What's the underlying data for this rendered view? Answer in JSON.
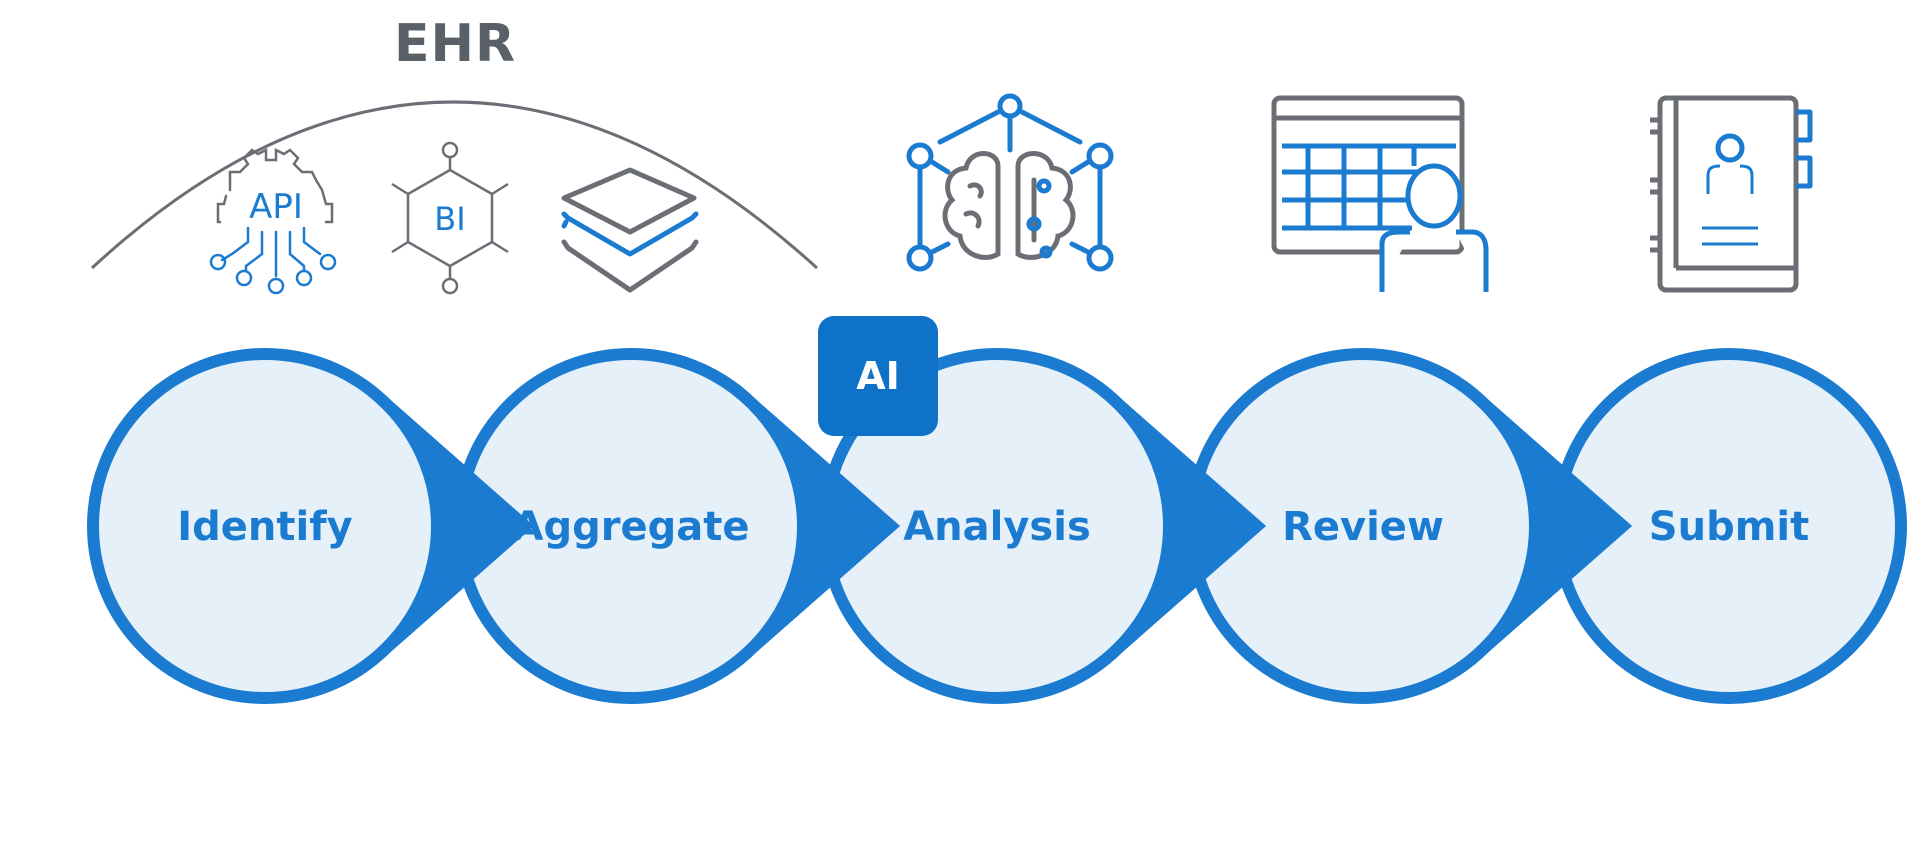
{
  "header": {
    "title": "EHR"
  },
  "badge": {
    "label": "AI"
  },
  "steps": [
    {
      "label": "Identify"
    },
    {
      "label": "Aggregate"
    },
    {
      "label": "Analysis"
    },
    {
      "label": "Review"
    },
    {
      "label": "Submit"
    }
  ],
  "icons": {
    "api": {
      "name": "api-gear-icon",
      "text": "API"
    },
    "bi": {
      "name": "bi-hexagon-icon",
      "text": "BI"
    },
    "layers": {
      "name": "layers-stack-icon"
    },
    "brain": {
      "name": "brain-network-icon"
    },
    "table": {
      "name": "data-table-user-icon"
    },
    "book": {
      "name": "address-book-icon"
    }
  },
  "colors": {
    "primary": "#1a7bd1",
    "circle_fill": "#e5f0f9",
    "badge": "#0e72c9",
    "icon_gray": "#6b6f75",
    "title_gray": "#5a6068"
  }
}
